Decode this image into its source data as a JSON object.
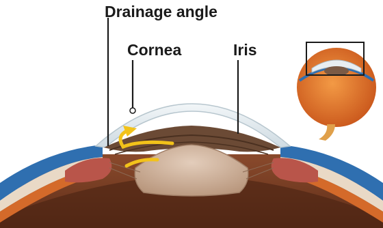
{
  "labels": {
    "drainage_angle": "Drainage angle",
    "cornea": "Cornea",
    "iris": "Iris"
  },
  "colors": {
    "label_text": "#1a1a1a",
    "leader_line": "#1a1a1a",
    "aqueous_flow_arrow": "#f2c21a",
    "cornea_fill": "#dfe8ec",
    "iris_tissue": "#6b4a35",
    "lens": "#c7a993",
    "sclera_blue": "#2f6fb0",
    "globe_orange": "#e57a2a"
  },
  "icons": {
    "inset": "eyeball-inset-icon",
    "arrows": "aqueous-flow-arrow-icon"
  }
}
